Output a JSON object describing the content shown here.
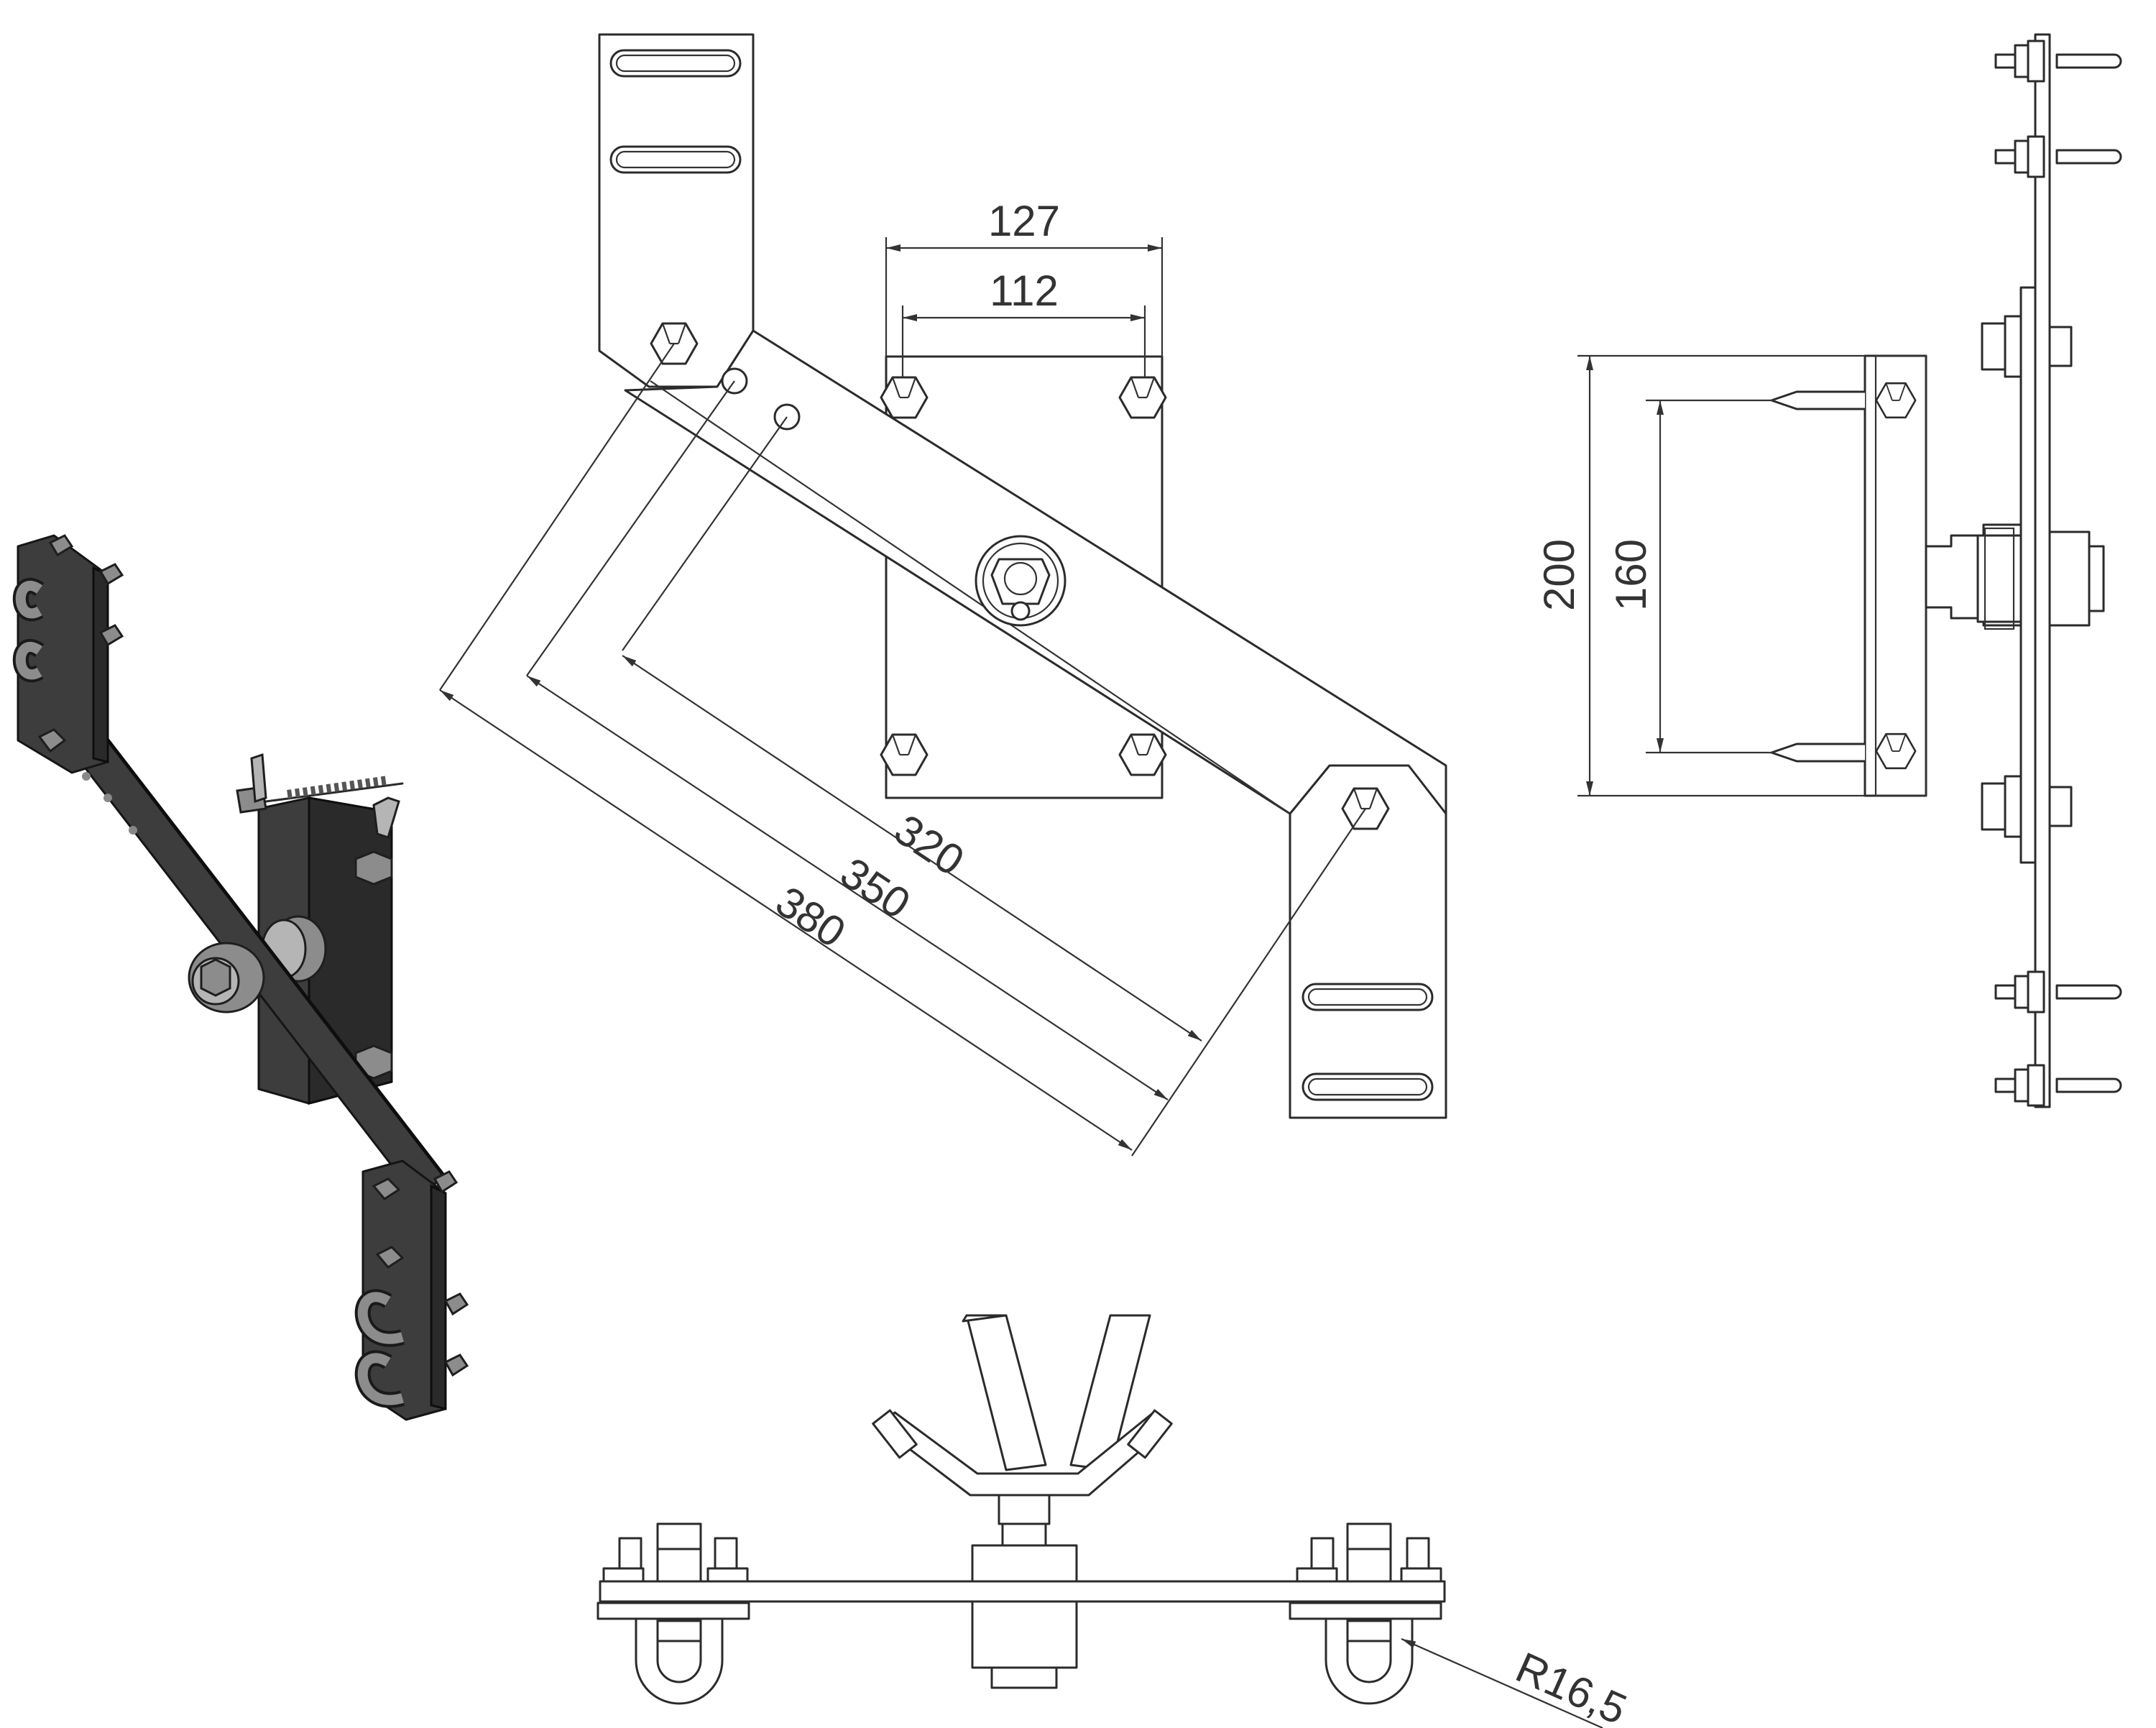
{
  "dimensions": {
    "width_127": "127",
    "width_112": "112",
    "length_320": "320",
    "length_350": "350",
    "length_380": "380",
    "height_200": "200",
    "height_160": "160",
    "radius": "R16,5"
  },
  "colors": {
    "line": "#2b2b2b",
    "dimension": "#333333",
    "metal_dark": "#3d3d3d",
    "steel": "#8c8c8c"
  }
}
